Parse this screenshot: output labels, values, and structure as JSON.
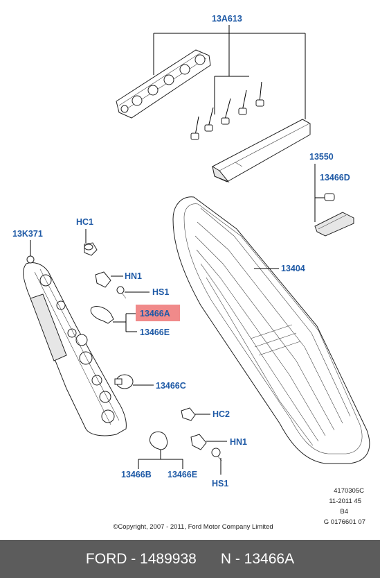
{
  "labels": {
    "l_13A613": "13A613",
    "l_13550": "13550",
    "l_13466D": "13466D",
    "l_13K371": "13K371",
    "l_HC1": "HC1",
    "l_HN1_top": "HN1",
    "l_HS1_top": "HS1",
    "l_13466A": "13466A",
    "l_13466E_top": "13466E",
    "l_13404": "13404",
    "l_13466C": "13466C",
    "l_HC2": "HC2",
    "l_HN1_bot": "HN1",
    "l_HS1_bot": "HS1",
    "l_13466B": "13466B",
    "l_13466E_bot": "13466E"
  },
  "highlight_color": "#f08a8a",
  "label_color": "#1f5aa6",
  "refcodes": {
    "line1": "4170305C",
    "line2": "11-2011 45",
    "line3": "B4",
    "line4": "G 0176601 07"
  },
  "copyright": "©Copyright, 2007 - 2011, Ford Motor Company Limited",
  "footer": {
    "left": "FORD - 1489938",
    "right": "N - 13466A"
  }
}
